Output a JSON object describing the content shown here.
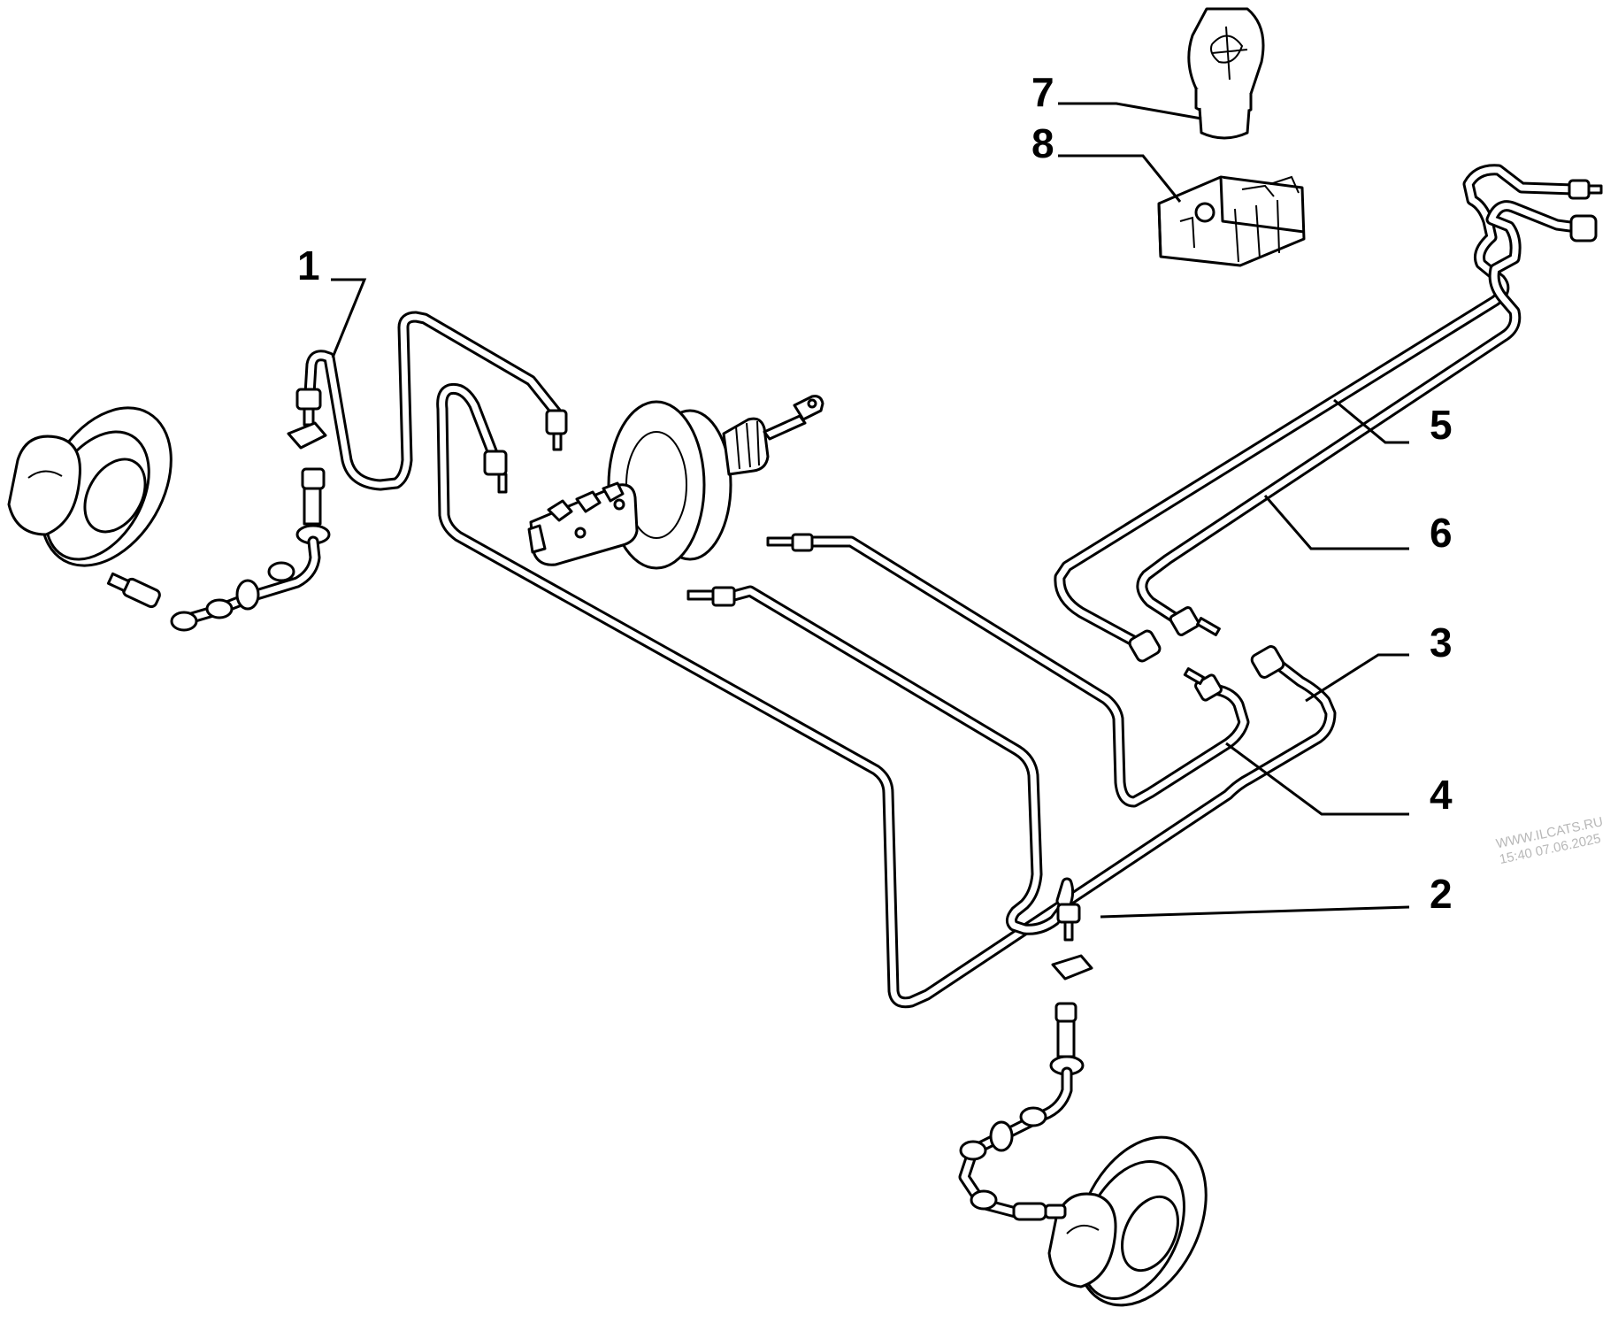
{
  "diagram": {
    "callouts": [
      {
        "number": "1"
      },
      {
        "number": "2"
      },
      {
        "number": "3"
      },
      {
        "number": "4"
      },
      {
        "number": "5"
      },
      {
        "number": "6"
      },
      {
        "number": "7"
      },
      {
        "number": "8"
      }
    ],
    "watermark": {
      "line1": "WWW.ILCATS.RU",
      "line2": "15:40 07.06.2025"
    },
    "colors": {
      "ink": "#000000",
      "paper": "#ffffff",
      "watermark": "#b8b8b8"
    }
  }
}
